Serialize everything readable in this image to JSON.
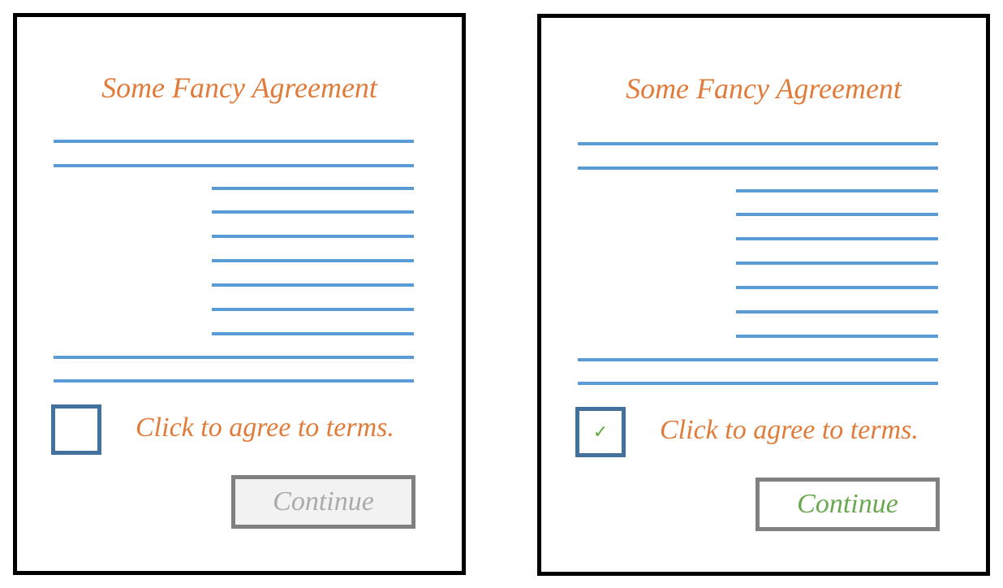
{
  "panels": [
    {
      "state": "unchecked",
      "title": "Some Fancy Agreement",
      "checkbox_label": "Click to agree to terms.",
      "checked": false,
      "button_label": "Continue",
      "button_enabled": false
    },
    {
      "state": "checked",
      "title": "Some Fancy Agreement",
      "checkbox_label": "Click to agree to terms.",
      "checked": true,
      "check_glyph": "✓",
      "button_label": "Continue",
      "button_enabled": true
    }
  ],
  "colors": {
    "title": "#e07b39",
    "text_lines": "#5b9bd5",
    "checkbox_border": "#41719c",
    "check": "#5aab3a",
    "button_border": "#808080",
    "button_disabled_text": "#aaaaaa",
    "button_enabled_text": "#6aa84f"
  }
}
